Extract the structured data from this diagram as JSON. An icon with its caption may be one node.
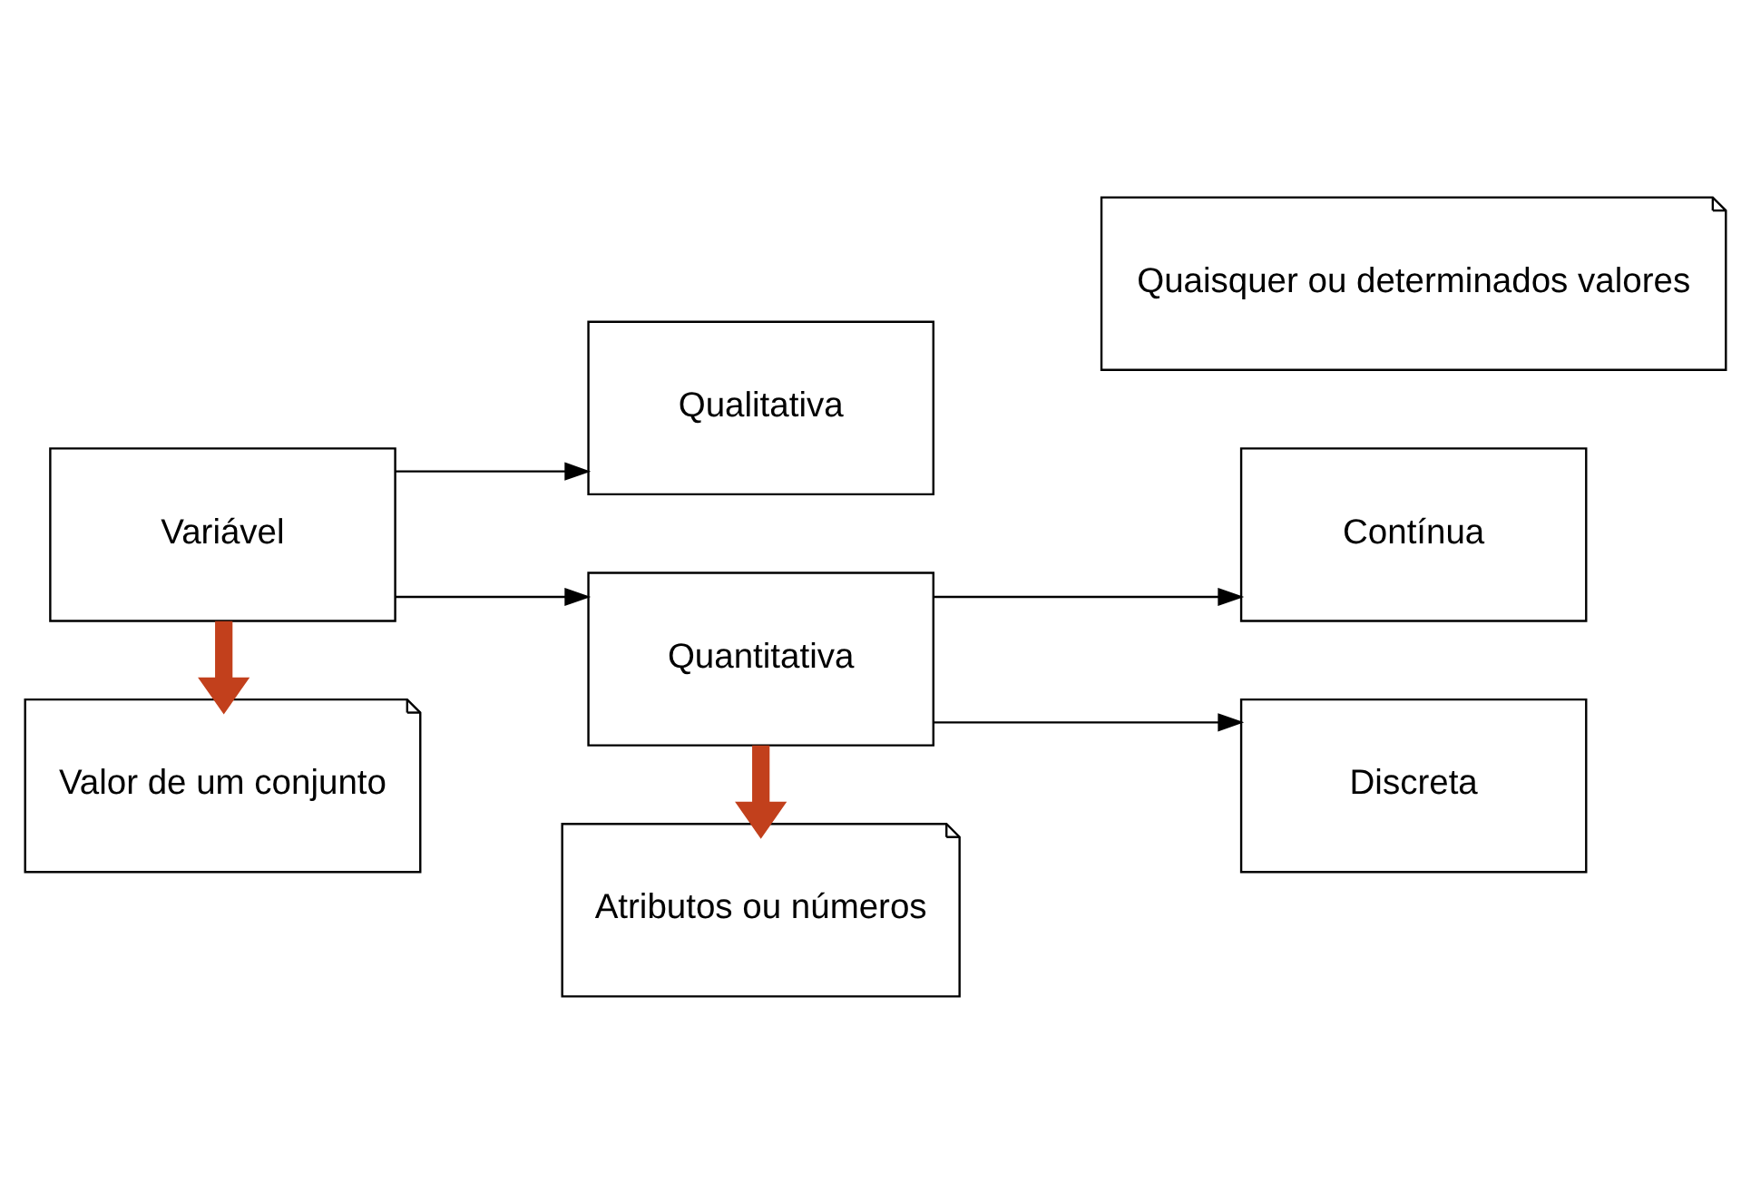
{
  "diagram": {
    "nodes": [
      {
        "text": [
          "Variável"
        ]
      },
      {
        "text": [
          "Qualitativa"
        ]
      },
      {
        "text": [
          "Quantitativa"
        ]
      },
      {
        "text": [
          "Contínua"
        ]
      },
      {
        "text": [
          "Discreta"
        ]
      },
      {
        "text": [
          "Valor de um conjunto"
        ]
      },
      {
        "text": [
          "Atributos ou números"
        ]
      },
      {
        "text": [
          "Quaisquer ou determinados valores"
        ]
      }
    ],
    "edges": [
      {
        "from": 0,
        "to": 1,
        "arrow": "to"
      },
      {
        "from": 0,
        "to": 2,
        "arrow": "to"
      },
      {
        "from": 2,
        "to": 3,
        "arrow": "to"
      },
      {
        "from": 2,
        "to": 4,
        "arrow": "to"
      },
      {
        "from": 0,
        "to": 5,
        "arrow": "to",
        "style": "thick",
        "color": "#c2401c"
      },
      {
        "from": 2,
        "to": 6,
        "arrow": "to",
        "style": "thick",
        "color": "#c2401c"
      }
    ]
  }
}
